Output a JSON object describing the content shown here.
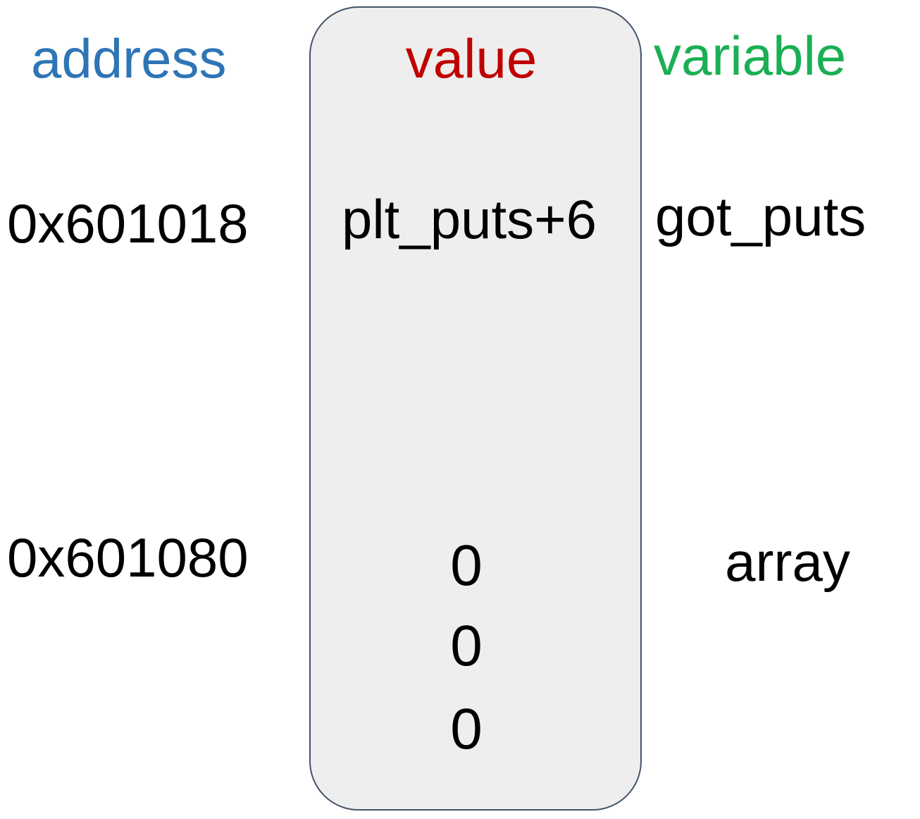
{
  "headers": {
    "address": "address",
    "value": "value",
    "variable": "variable"
  },
  "colors": {
    "address": "#2e75b6",
    "value": "#c00000",
    "variable": "#1aaf54",
    "text": "#000000",
    "box_fill": "#eeeeee",
    "box_border": "#44546a"
  },
  "rows": [
    {
      "address": "0x601018",
      "values": [
        "plt_puts+6"
      ],
      "variable": "got_puts"
    },
    {
      "address": "0x601080",
      "values": [
        "0",
        "0",
        "0"
      ],
      "variable": "array"
    }
  ]
}
